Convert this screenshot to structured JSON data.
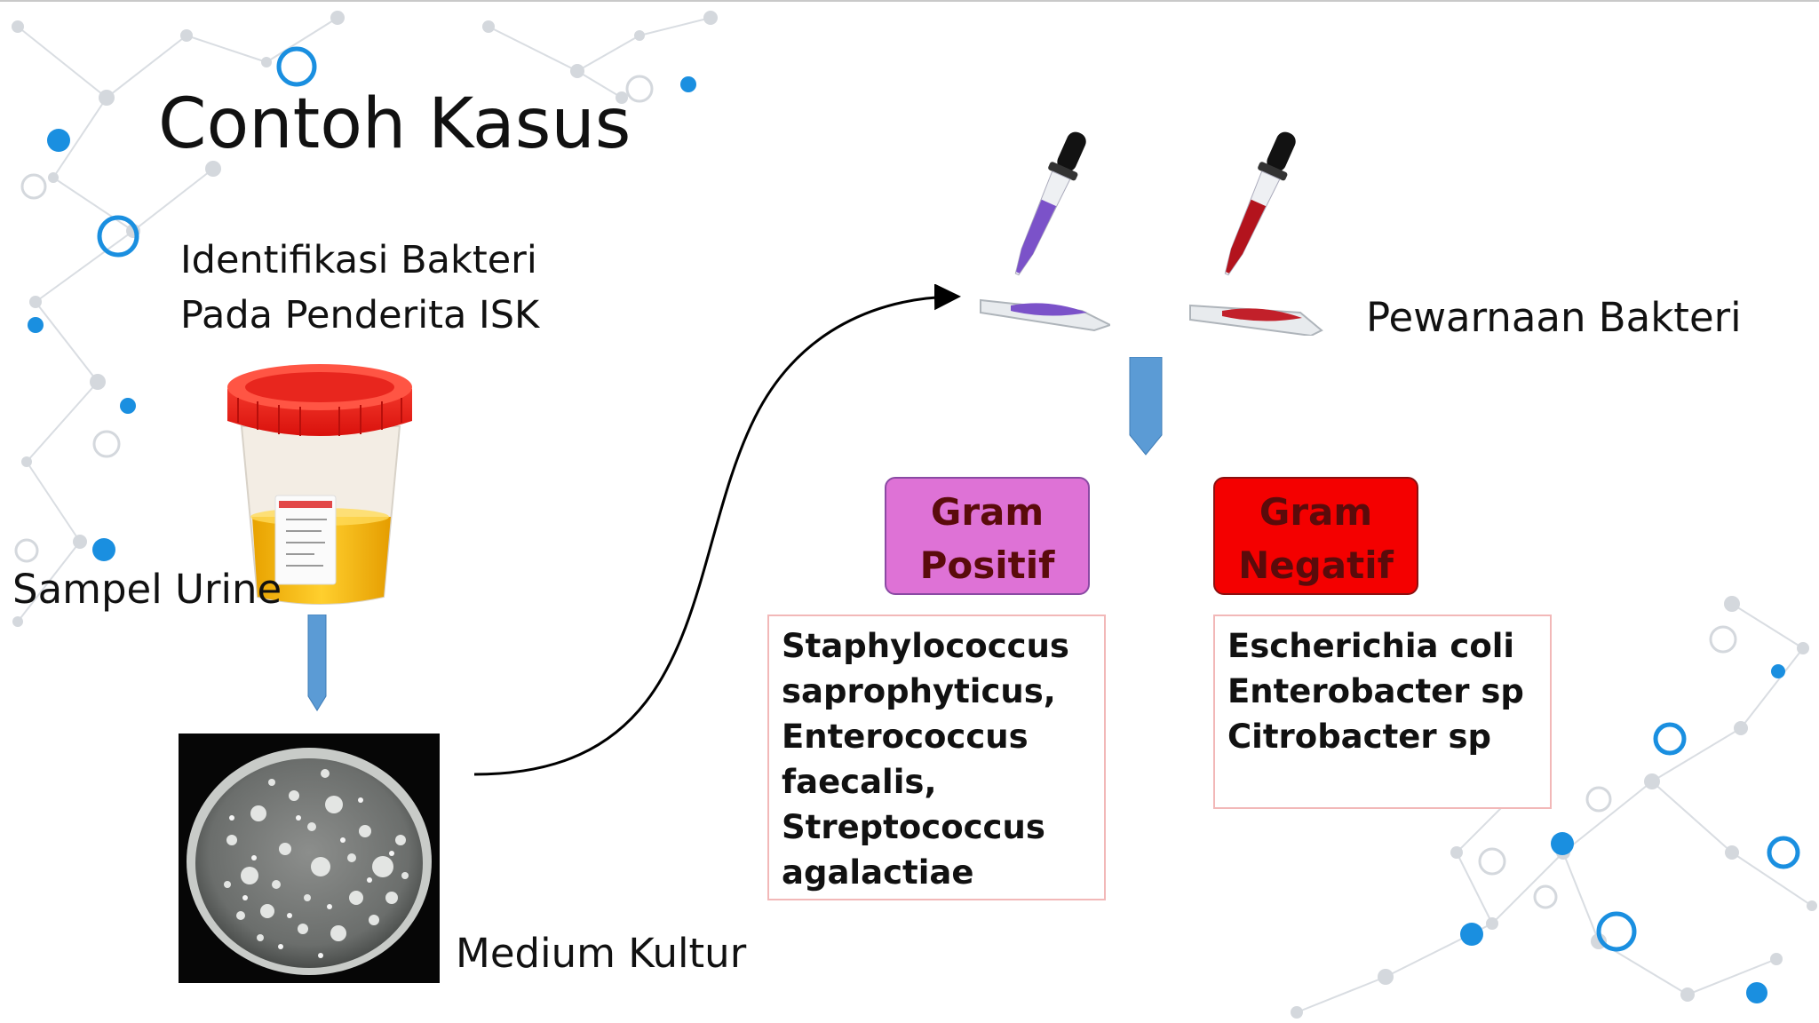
{
  "title": "Contoh Kasus",
  "subtitle": {
    "line1": "Identifikasi Bakteri",
    "line2": "Pada Penderita ISK"
  },
  "labels": {
    "sample": "Sampel Urine",
    "culture": "Medium Kultur",
    "staining": "Pewarnaan Bakteri"
  },
  "gram_positive": {
    "title_line1": "Gram",
    "title_line2": "Positif",
    "bacteria": [
      "Staphylococcus",
      "saprophyticus,",
      "Enterococcus",
      "faecalis,",
      "Streptococcus",
      "agalactiae"
    ]
  },
  "gram_negative": {
    "title_line1": "Gram",
    "title_line2": "Negatif",
    "bacteria": [
      "Escherichia coli",
      "Enterobacter sp",
      "Citrobacter sp"
    ]
  },
  "colors": {
    "accent_blue": "#1a8fe0",
    "arrow_blue": "#5b9bd5",
    "gram_positive": "#de72d6",
    "gram_negative": "#f40000",
    "violet_stain": "#7b52c9",
    "red_stain": "#c2202a"
  },
  "icons": [
    "urine-cup-icon",
    "petri-dish-icon",
    "dropper-violet-icon",
    "dropper-red-icon"
  ]
}
